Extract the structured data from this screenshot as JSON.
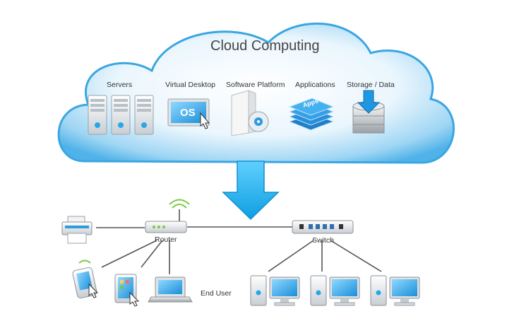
{
  "title": "Cloud Computing",
  "services": [
    {
      "label": "Servers",
      "icon": "server-rack-icon"
    },
    {
      "label": "Virtual Desktop",
      "icon": "os-monitor-icon",
      "screen_text": "OS"
    },
    {
      "label": "Software Platform",
      "icon": "software-box-icon"
    },
    {
      "label": "Applications",
      "icon": "apps-stack-icon",
      "badge": "Apps"
    },
    {
      "label": "Storage / Data",
      "icon": "database-download-icon"
    }
  ],
  "network": {
    "router_label": "Router",
    "switch_label": "Switch",
    "end_user_label": "End User"
  },
  "colors": {
    "cloud_light": "#eaf6fd",
    "cloud_blue": "#5ab8ea",
    "arrow_blue": "#18a9e6",
    "line_gray": "#555555"
  }
}
